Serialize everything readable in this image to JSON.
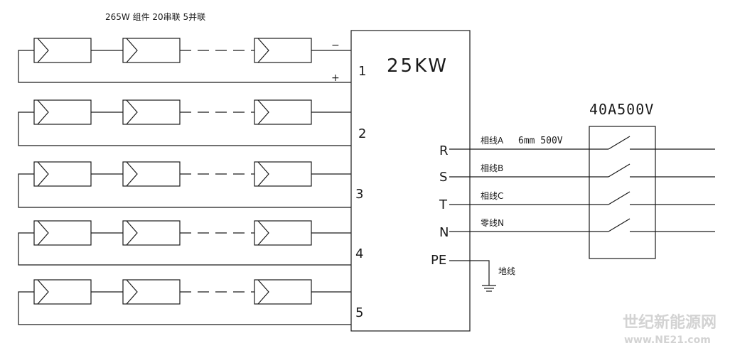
{
  "header": {
    "note": "265W 组件 20串联 5并联"
  },
  "inverter": {
    "rating": "25KW",
    "inputs": [
      "1",
      "2",
      "3",
      "4",
      "5"
    ],
    "polarity_minus": "−",
    "polarity_plus": "+",
    "outputs": [
      "R",
      "S",
      "T",
      "N",
      "PE"
    ]
  },
  "wires": {
    "phase_a": "相线A",
    "cable_spec": "6mm 500V",
    "phase_b": "相线B",
    "phase_c": "相线C",
    "neutral": "零线N",
    "ground": "地线"
  },
  "breaker": {
    "rating": "40A500V"
  },
  "watermark": {
    "line1": "世纪新能源网",
    "line2": "www.NE21.com"
  }
}
